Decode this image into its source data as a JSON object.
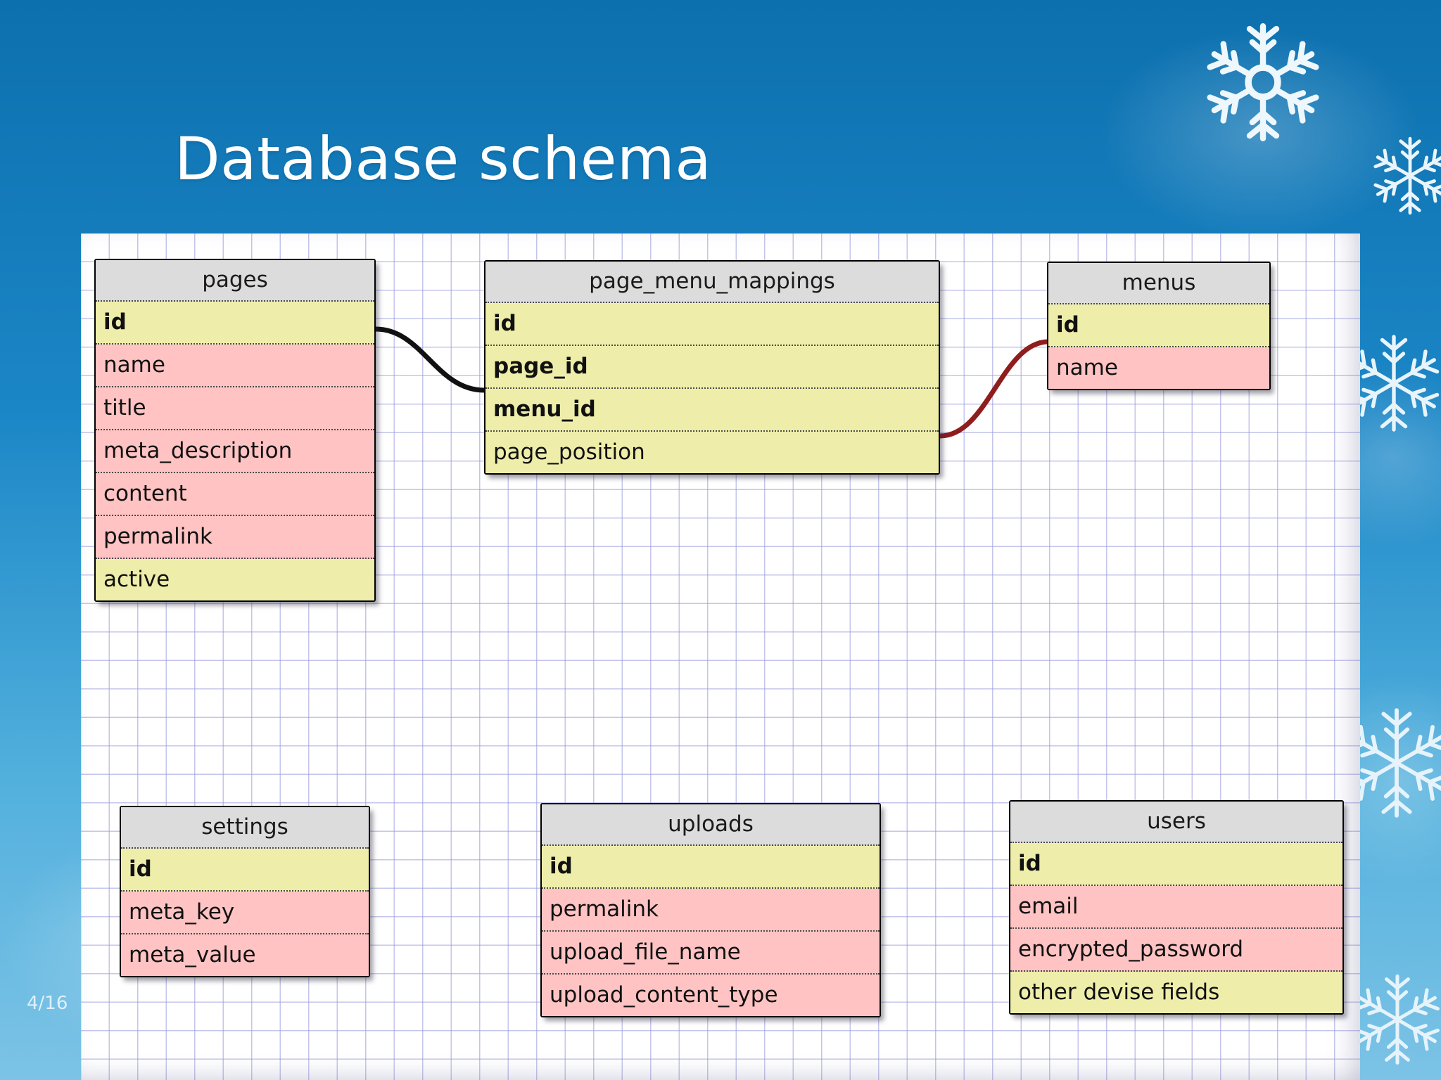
{
  "slide": {
    "title": "Database schema",
    "page_indicator": "4/16",
    "background_color": "#1b86c6",
    "accent_colors": {
      "header_blue": "#1b86c6",
      "paper_white": "#ffffff",
      "grid_line": "#9696dc",
      "table_header": "#dcdcdc",
      "key_row": "#eeeeaa",
      "attr_row": "#ffc3c3",
      "link_black": "#111111",
      "link_red": "#8f1d1d"
    }
  },
  "diagram": {
    "type": "entity-relationship",
    "tables": [
      {
        "name": "pages",
        "rows": [
          {
            "label": "id",
            "kind": "key"
          },
          {
            "label": "name",
            "kind": "attr"
          },
          {
            "label": "title",
            "kind": "attr"
          },
          {
            "label": "meta_description",
            "kind": "attr"
          },
          {
            "label": "content",
            "kind": "attr"
          },
          {
            "label": "permalink",
            "kind": "attr"
          },
          {
            "label": "active",
            "kind": "plain"
          }
        ]
      },
      {
        "name": "page_menu_mappings",
        "rows": [
          {
            "label": "id",
            "kind": "key"
          },
          {
            "label": "page_id",
            "kind": "key"
          },
          {
            "label": "menu_id",
            "kind": "key"
          },
          {
            "label": "page_position",
            "kind": "plain"
          }
        ]
      },
      {
        "name": "menus",
        "rows": [
          {
            "label": "id",
            "kind": "key"
          },
          {
            "label": "name",
            "kind": "attr"
          }
        ]
      },
      {
        "name": "settings",
        "rows": [
          {
            "label": "id",
            "kind": "key"
          },
          {
            "label": "meta_key",
            "kind": "attr"
          },
          {
            "label": "meta_value",
            "kind": "attr"
          }
        ]
      },
      {
        "name": "uploads",
        "rows": [
          {
            "label": "id",
            "kind": "key"
          },
          {
            "label": "permalink",
            "kind": "attr"
          },
          {
            "label": "upload_file_name",
            "kind": "attr"
          },
          {
            "label": "upload_content_type",
            "kind": "attr"
          }
        ]
      },
      {
        "name": "users",
        "rows": [
          {
            "label": "id",
            "kind": "key"
          },
          {
            "label": "email",
            "kind": "attr"
          },
          {
            "label": "encrypted_password",
            "kind": "attr"
          },
          {
            "label": "other devise fields",
            "kind": "plain"
          }
        ]
      }
    ],
    "relationships": [
      {
        "from": "pages.id",
        "to": "page_menu_mappings.page_id",
        "color": "#111111"
      },
      {
        "from": "page_menu_mappings.menu_id",
        "to": "menus.id",
        "color": "#8f1d1d"
      }
    ]
  }
}
